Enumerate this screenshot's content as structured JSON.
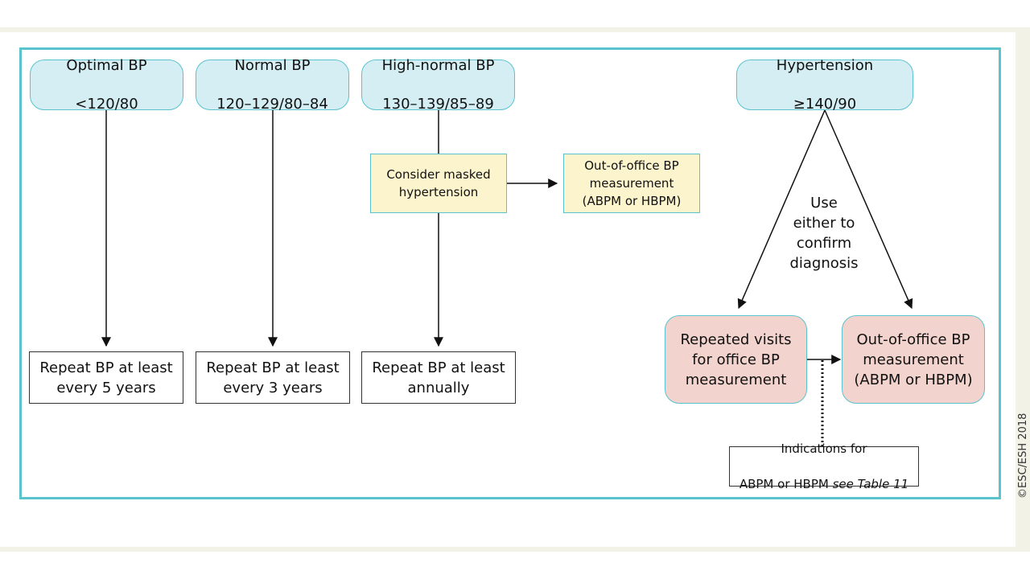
{
  "categories": [
    {
      "title": "Optimal BP",
      "range": "<120/80"
    },
    {
      "title": "Normal BP",
      "range": "120–129/80–84"
    },
    {
      "title": "High-normal BP",
      "range": "130–139/85–89"
    },
    {
      "title": "Hypertension",
      "range": "≥140/90"
    }
  ],
  "repeat_boxes": [
    "Repeat BP at least\nevery 5 years",
    "Repeat BP at least\nevery 3 years",
    "Repeat BP at least\nannually"
  ],
  "masked": {
    "consider": "Consider masked\nhypertension",
    "out_of_office": "Out-of-office BP\nmeasurement\n(ABPM or HBPM)"
  },
  "hypertension_paths": {
    "use_label": "Use\neither to\nconfirm\ndiagnosis",
    "repeated_visits": "Repeated visits\nfor office BP\nmeasurement",
    "out_of_office": "Out-of-office BP\nmeasurement\n(ABPM or HBPM)"
  },
  "indications": {
    "line1": "Indications for",
    "line2_prefix": "ABPM or HBPM ",
    "line2_italic": "see Table 11"
  },
  "copyright": "©ESC/ESH 2018",
  "colors": {
    "frame": "#5bc3ce",
    "category_fill": "#d4eef3",
    "yellow_fill": "#fcf4cc",
    "pink_fill": "#f2d3cd"
  }
}
